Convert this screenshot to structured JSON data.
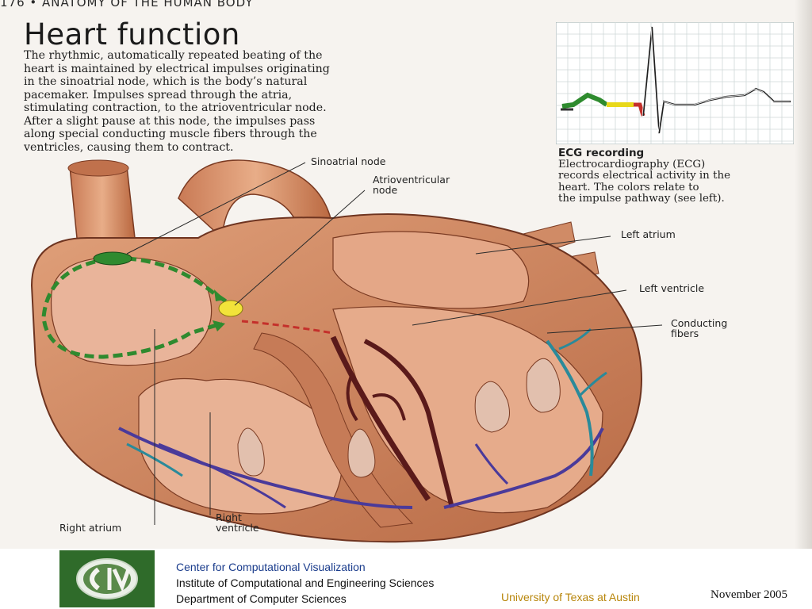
{
  "page": {
    "header_strip": "176 • ANATOMY OF THE HUMAN BODY",
    "title": "Heart function",
    "intro_lines": [
      "The rhythmic, automatically repeated beating of the",
      "heart is maintained by electrical impulses originating",
      "in the sinoatrial node, which is the body’s natural",
      "pacemaker. Impulses spread through the atria,",
      "stimulating contraction, to the atrioventricular node.",
      "After a slight pause at this node, the impulses pass",
      "along special conducting muscle fibers through the",
      "ventricles, causing them to contract."
    ],
    "ecg": {
      "caption_title": "ECG recording",
      "caption_lines": [
        "Electrocardiography (ECG)",
        "records electrical activity in the",
        "heart. The colors relate to",
        "the impulse pathway (see left)."
      ],
      "trace_colors": {
        "sinoatrial": "#2e8b2e",
        "av_node": "#e8d81a",
        "conducting": "#c4302b",
        "baseline": "#333333"
      }
    },
    "diagram_labels": {
      "sinoatrial_node": "Sinoatrial node",
      "atrioventricular_node_line1": "Atrioventricular",
      "atrioventricular_node_line2": "node",
      "left_atrium": "Left atrium",
      "left_ventricle": "Left ventricle",
      "conducting_fibers_line1": "Conducting",
      "conducting_fibers_line2": "fibers",
      "right_atrium": "Right atrium",
      "right_ventricle_line1": "Right",
      "right_ventricle_line2": "ventricle"
    },
    "colors": {
      "muscle": "#d48a64",
      "muscle_dark": "#a65a3a",
      "interior": "#e9b49a",
      "sa_node": "#2f8a2f",
      "av_node": "#f2e33a",
      "purkinje_blue": "#4a3a9a",
      "purkinje_teal": "#2a8a9a",
      "bundle_dark": "#5a1a1a"
    }
  },
  "footer": {
    "org_line1": "Center for Computational Visualization",
    "org_line2": "Institute of Computational and Engineering Sciences",
    "org_line3": "Department of Computer Sciences",
    "university": "University of Texas at Austin",
    "date": "November  2005",
    "logo_icon": "ccv-logo-icon"
  }
}
